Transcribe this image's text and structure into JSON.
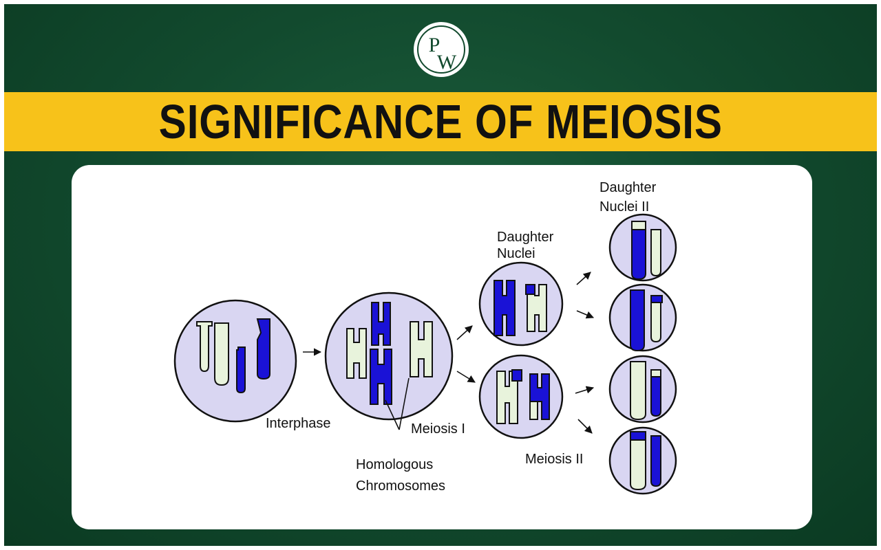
{
  "banner": {
    "title": "SIGNIFICANCE OF MEIOSIS"
  },
  "logo": {
    "letter_top": "P",
    "letter_bottom": "W"
  },
  "diagram": {
    "labels": {
      "interphase": "Interphase",
      "meiosis_1": "Meiosis I",
      "homologous_1": "Homologous",
      "homologous_2": "Chromosomes",
      "daughter_nuclei_1": "Daughter",
      "daughter_nuclei_2": "Nuclei",
      "daughter_nuclei_ii_1": "Daughter",
      "daughter_nuclei_ii_2": "Nuclei II",
      "meiosis_2": "Meiosis II"
    }
  },
  "colors": {
    "background": "#124a2e",
    "banner": "#f7c21a",
    "cell_fill": "#d9d6f2",
    "chromosome_light": "#e8f3dc",
    "chromosome_dark": "#1a12d6"
  }
}
